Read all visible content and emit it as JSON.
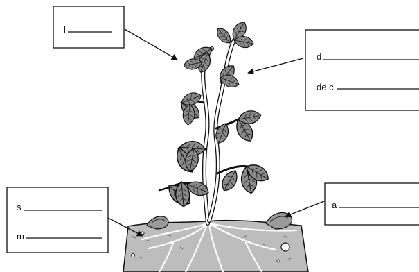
{
  "labels": {
    "top_left": {
      "line1": "l"
    },
    "top_right": {
      "line1": "d",
      "line2": "de c"
    },
    "bottom_left": {
      "line1": "s",
      "line2": "m"
    },
    "bottom_right": {
      "line1": "a"
    }
  },
  "colors": {
    "ink": "#111111",
    "leaf": "#7a7a7a",
    "leaf_dark": "#4a4a4a",
    "soil": "#bdbdbd",
    "soil_dark": "#8d8d8d",
    "root": "#ffffff"
  }
}
